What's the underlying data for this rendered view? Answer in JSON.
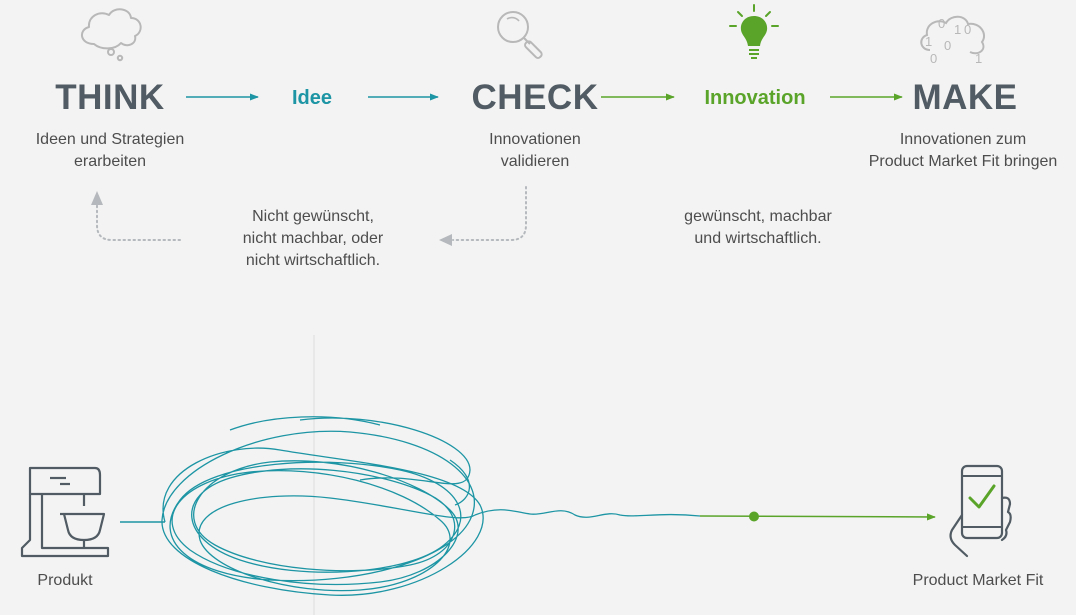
{
  "colors": {
    "background": "#f3f3f3",
    "title": "#505b63",
    "teal": "#1d95a4",
    "green": "#5aa42a",
    "gray_icon": "#b8b8b8",
    "dotted": "#b5b9bd",
    "text": "#4d4d4d"
  },
  "think": {
    "title": "THINK",
    "icon": "thought-cloud-icon",
    "desc_line1": "Ideen und Strategien",
    "desc_line2": "erarbeiten"
  },
  "idea": {
    "label": "Idee"
  },
  "check": {
    "title": "CHECK",
    "icon": "magnifier-icon",
    "desc_line1": "Innovationen",
    "desc_line2": "validieren"
  },
  "innovation": {
    "label": "Innovation",
    "icon": "lightbulb-icon"
  },
  "make": {
    "title": "MAKE",
    "icon": "binary-cloud-icon",
    "binary_digits": [
      "0",
      "1",
      "0",
      "1",
      "0",
      "0",
      "1"
    ],
    "desc_line1": "Innovationen zum",
    "desc_line2": "Product Market Fit bringen"
  },
  "reject": {
    "line1": "Nicht gewünscht,",
    "line2": "nicht machbar, oder",
    "line3": "nicht wirtschaftlich."
  },
  "accept": {
    "line1": "gewünscht, machbar",
    "line2": "und wirtschaftlich."
  },
  "bottom": {
    "start_label": "Produkt",
    "start_icon": "stand-mixer-icon",
    "end_label": "Product Market Fit",
    "end_icon": "smartphone-check-icon"
  }
}
